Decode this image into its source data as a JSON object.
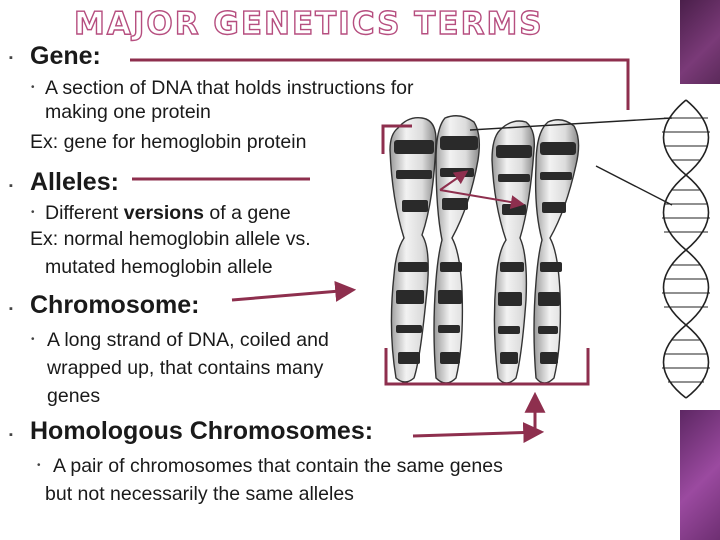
{
  "title": "MAJOR GENETICS TERMS",
  "bullet_glyph": "▪",
  "sub_bullet_glyph": "•",
  "terms": [
    {
      "heading": "Gene:",
      "lines": [
        {
          "text": "A section of DNA that holds instructions for"
        },
        {
          "text": "making one protein"
        },
        {
          "text": "Ex:  gene for hemoglobin protein"
        }
      ]
    },
    {
      "heading": "Alleles:",
      "lines": [
        {
          "pre": "Different ",
          "bold": "versions",
          "post": " of a gene"
        },
        {
          "text": "Ex: normal hemoglobin allele vs."
        },
        {
          "text": "mutated hemoglobin allele"
        }
      ]
    },
    {
      "heading": "Chromosome:",
      "lines": [
        {
          "text": "A long strand of DNA, coiled and"
        },
        {
          "text": "wrapped up, that contains many"
        },
        {
          "text": "genes"
        }
      ]
    },
    {
      "heading": "Homologous Chromosomes:",
      "lines": [
        {
          "text": "A pair of chromosomes that contain the same genes"
        },
        {
          "text": "but not necessarily the same alleles"
        }
      ]
    }
  ],
  "colors": {
    "accent": "#b64e7f",
    "pointer_line": "#8e2f4e",
    "chromosome_band": "#2a2a2a",
    "chromosome_light": "#e6e6e6"
  },
  "icons": [
    "chromosome-pair-illustration",
    "dna-double-helix-illustration",
    "arrow-icon"
  ]
}
